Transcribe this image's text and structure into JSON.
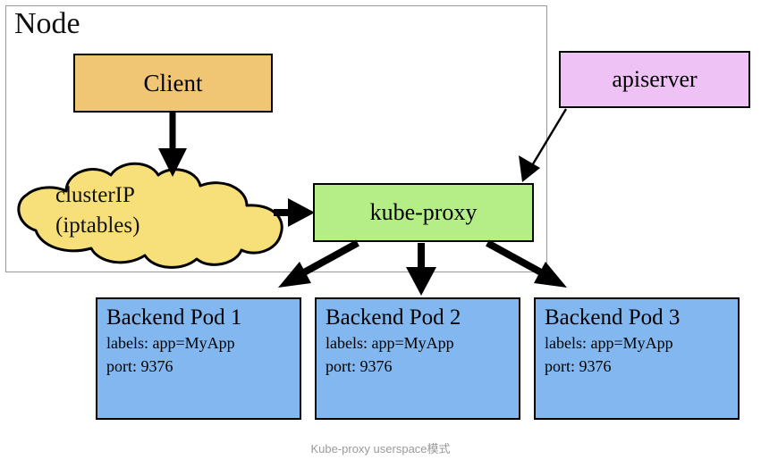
{
  "diagram": {
    "caption": "Kube-proxy userspace模式",
    "node_container": {
      "label": "Node"
    },
    "boxes": {
      "client": {
        "label": "Client",
        "color": "#F0C574"
      },
      "kube_proxy": {
        "label": "kube-proxy",
        "color": "#B5EE86"
      },
      "apiserver": {
        "label": "apiserver",
        "color": "#EEC2F5"
      }
    },
    "cloud": {
      "line1": "clusterIP",
      "line2": "(iptables)",
      "color": "#F7E07A"
    },
    "pods": [
      {
        "title": "Backend Pod 1",
        "labels": "labels: app=MyApp",
        "port": "port: 9376",
        "color": "#82B8EF"
      },
      {
        "title": "Backend Pod 2",
        "labels": "labels: app=MyApp",
        "port": "port: 9376",
        "color": "#82B8EF"
      },
      {
        "title": "Backend Pod 3",
        "labels": "labels: app=MyApp",
        "port": "port: 9376",
        "color": "#82B8EF"
      }
    ],
    "edges": [
      {
        "from": "client",
        "to": "cloud"
      },
      {
        "from": "cloud",
        "to": "kube_proxy"
      },
      {
        "from": "apiserver",
        "to": "kube_proxy"
      },
      {
        "from": "kube_proxy",
        "to": "pod_1"
      },
      {
        "from": "kube_proxy",
        "to": "pod_2"
      },
      {
        "from": "kube_proxy",
        "to": "pod_3"
      }
    ]
  }
}
